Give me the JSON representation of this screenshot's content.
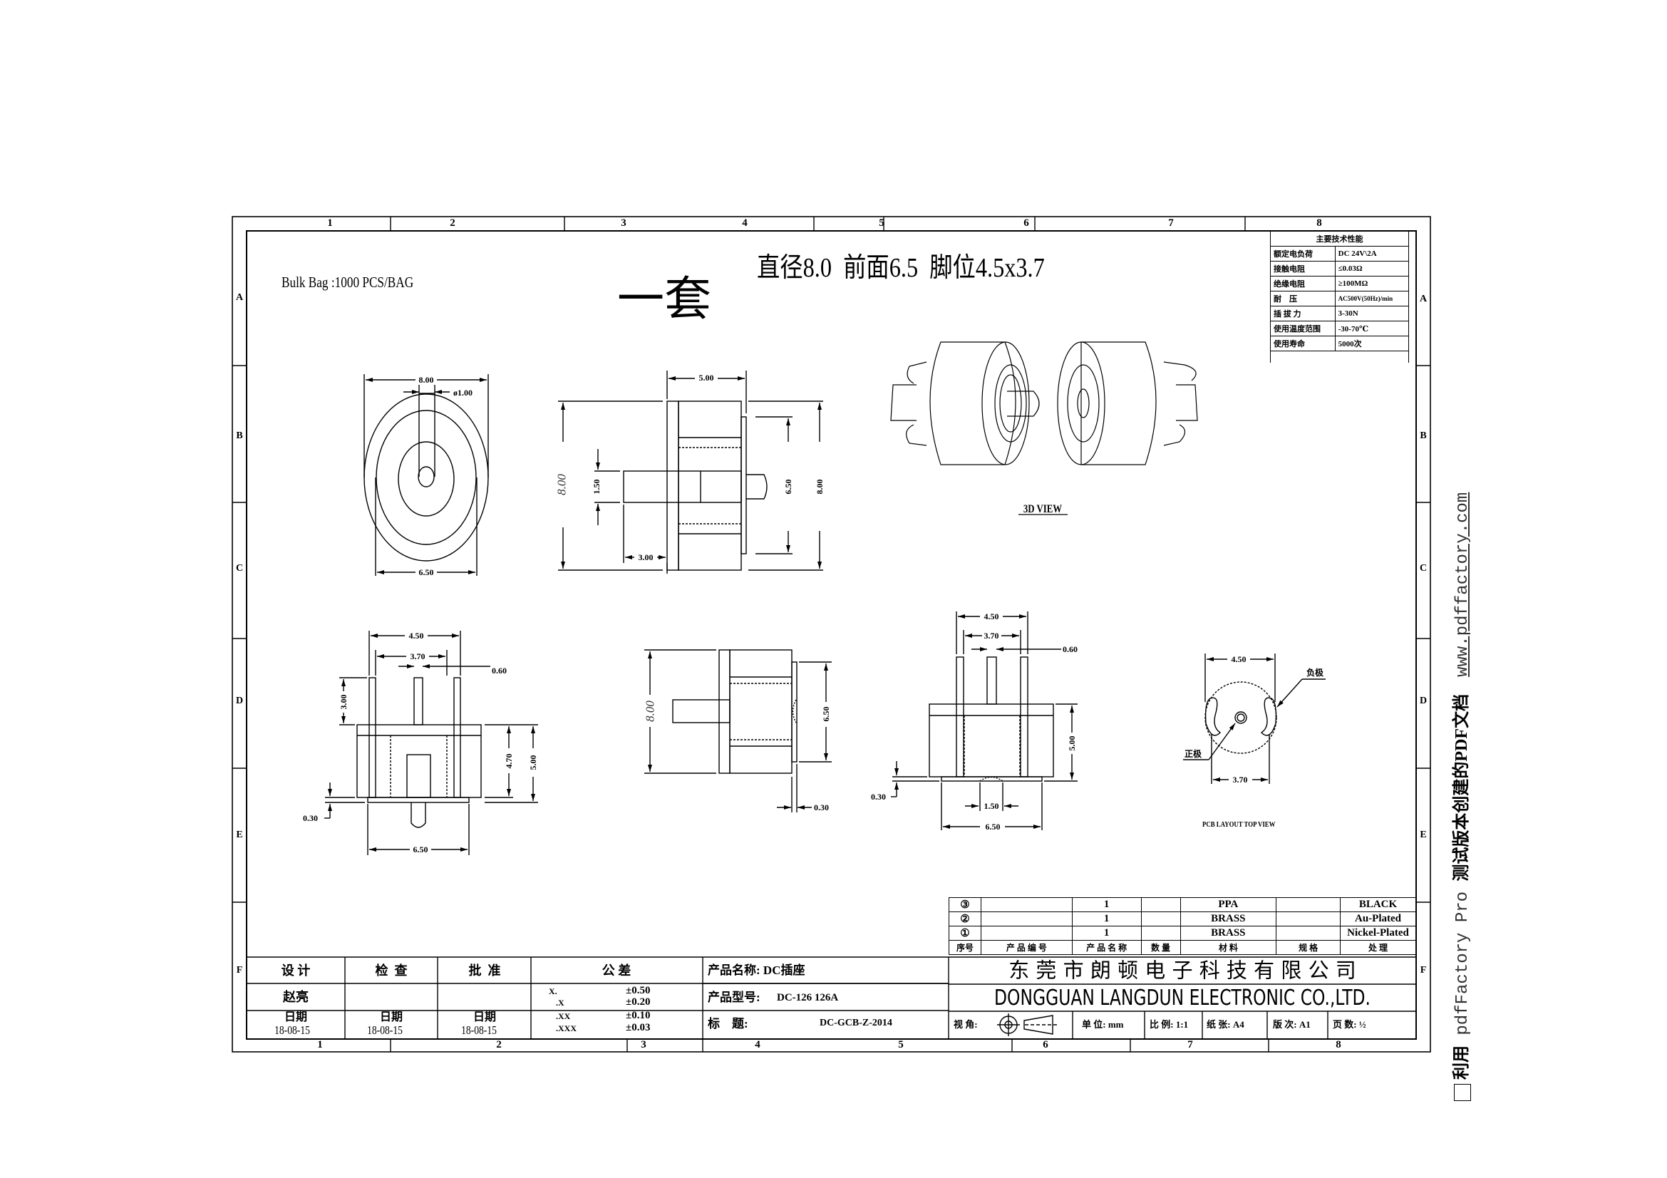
{
  "frame": {
    "col_labels": [
      "1",
      "2",
      "3",
      "4",
      "5",
      "6",
      "7",
      "8"
    ],
    "row_labels": [
      "A",
      "B",
      "C",
      "D",
      "E",
      "F"
    ]
  },
  "header": {
    "packaging": "Bulk Bag :1000 PCS/BAG",
    "set_label": "一套",
    "spec_summary": "直径8.0  前面6.5  脚位4.5x3.7"
  },
  "spec_table": {
    "title": "主要技术性能",
    "rows": [
      {
        "label": "额定电负荷",
        "value": "DC 24V\\2A"
      },
      {
        "label": "接触电阻",
        "value": "≤0.03Ω"
      },
      {
        "label": "绝缘电阻",
        "value": "≥100MΩ"
      },
      {
        "label": "耐    压",
        "value": "AC500V(50Hz)/min"
      },
      {
        "label": "插 拔 力",
        "value": "3-30N"
      },
      {
        "label": "使用温度范围",
        "value": "-30-70℃"
      },
      {
        "label": "使用寿命",
        "value": "5000次"
      }
    ]
  },
  "views": {
    "front": {
      "dims": [
        "8.00",
        "ø1.00",
        "6.50"
      ]
    },
    "side": {
      "dims": [
        "5.00",
        "8.00",
        "1.50",
        "6.50",
        "8.00",
        "3.00"
      ]
    },
    "iso": {
      "caption": "3D VIEW"
    },
    "bottom_left": {
      "dims": [
        "4.50",
        "3.70",
        "0.60",
        "3.00",
        "4.70",
        "5.00",
        "0.30",
        "6.50"
      ]
    },
    "side2": {
      "dims": [
        "8.00",
        "6.50",
        "0.30"
      ]
    },
    "bottom_right": {
      "dims": [
        "4.50",
        "3.70",
        "0.60",
        "5.00",
        "0.30",
        "1.50",
        "6.50"
      ]
    },
    "pcb": {
      "dims": [
        "4.50",
        "3.70"
      ],
      "neg_label": "负极",
      "pos_label": "正极",
      "caption": "PCB LAYOUT TOP VIEW"
    }
  },
  "bom": {
    "rows": [
      {
        "no": "③",
        "part_no": "",
        "name": "1",
        "qty": "",
        "material": "PPA",
        "spec": "",
        "finish": "BLACK"
      },
      {
        "no": "②",
        "part_no": "",
        "name": "1",
        "qty": "",
        "material": "BRASS",
        "spec": "",
        "finish": "Au-Plated"
      },
      {
        "no": "①",
        "part_no": "",
        "name": "1",
        "qty": "",
        "material": "BRASS",
        "spec": "",
        "finish": "Nickel-Plated"
      }
    ],
    "headers": [
      "序号",
      "产 品 编 号",
      "产 品 名 称",
      "数 量",
      "材 料",
      "规 格",
      "处 理"
    ]
  },
  "title_block": {
    "design_label": "设 计",
    "check_label": "检  查",
    "approve_label": "批  准",
    "tolerance_label": "公 差",
    "designer": "赵亮",
    "date_label": "日期",
    "dates": [
      "18-08-15",
      "18-08-15",
      "18-08-15"
    ],
    "tolerances": [
      {
        "k": "X.",
        "v": "±0.50"
      },
      {
        "k": ".X",
        "v": "±0.20"
      },
      {
        "k": ".XX",
        "v": "±0.10"
      },
      {
        "k": ".XXX",
        "v": "±0.03"
      }
    ],
    "product_name": "产品名称: DC插座",
    "product_model_label": "产品型号:",
    "product_model": "DC-126 126A",
    "title_label": "标    题:",
    "title_value": "DC-GCB-Z-2014",
    "company_cn": "东 莞 市 朗 顿 电 子 科 技 有 限 公 司",
    "company_en": "DONGGUAN LANGDUN ELECTRONIC CO.,LTD.",
    "view_angle_label": "视 角:",
    "unit": "单 位: mm",
    "scale": "比 例: 1:1",
    "paper": "纸 张: A4",
    "revision": "版 次: A1",
    "pages": "页 数: ½"
  },
  "watermark": {
    "prefix": "利用",
    "product": " pdfFactory Pro ",
    "suffix": "测试版本创建的PDF文档",
    "url": "www.pdffactory.com"
  }
}
